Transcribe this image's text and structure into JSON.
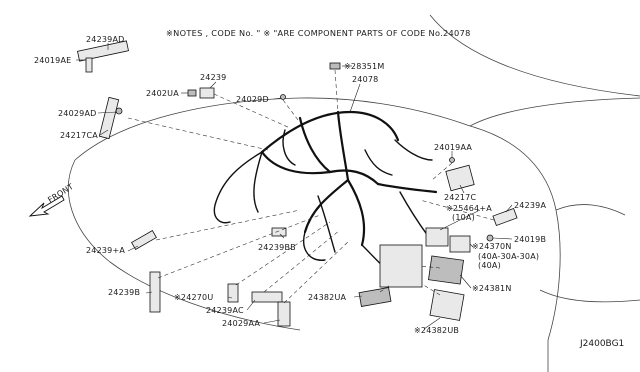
{
  "notes": "※NOTES , CODE No. \" ※ \"ARE COMPONENT PARTS  OF CODE No.24078",
  "front_label": "FRONT",
  "ref_code": "J2400BG1",
  "parts": {
    "p24239AD": "24239AD",
    "p24019AE": "24019AE",
    "p24029AD": "24029AD",
    "p24217CA": "24217CA",
    "p2402UA": "2402UA",
    "p24239": "24239",
    "p24029D": "24029D",
    "p28351M": "※28351M",
    "p24078": "24078",
    "p24019AA": "24019AA",
    "p24217C": "24217C",
    "p24239A": "24239A",
    "p25464A": "※25464+A",
    "p25464A_sub": "(10A)",
    "p24019B": "24019B",
    "p24370N": "※24370N",
    "p24370N_sub1": "(40A-30A-30A)",
    "p24370N_sub2": "(40A)",
    "p24381N": "※24381N",
    "p24382UA": "24382UA",
    "p24382UB": "※24382UB",
    "p24239BB": "24239BB",
    "p24239A2": "24239+A",
    "p24239B": "24239B",
    "p24270U": "※24270U",
    "p24239AC": "24239AC",
    "p24029AA": "24029AA"
  }
}
